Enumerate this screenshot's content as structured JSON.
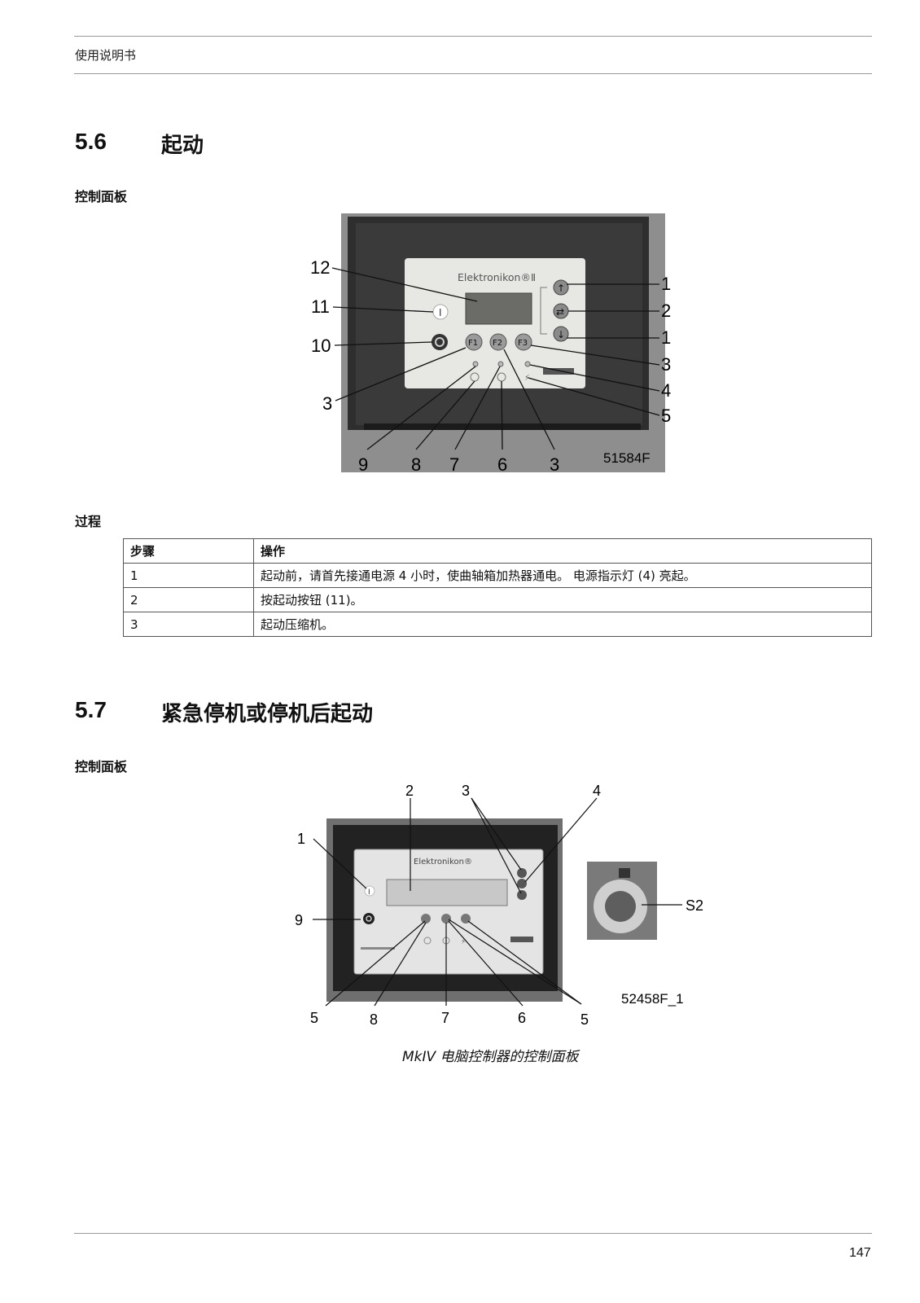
{
  "header": {
    "title": "使用说明书"
  },
  "section_5_6": {
    "number": "5.6",
    "title": "起动",
    "panel_heading": "控制面板",
    "figure": {
      "brand": "Elektronikon®Ⅱ",
      "code": "51584F",
      "buttons": {
        "f1": "F1",
        "f2": "F2",
        "f3": "F3",
        "start": "I"
      },
      "callouts": {
        "c12": "12",
        "c11": "11",
        "c10": "10",
        "c3a": "3",
        "c1a": "1",
        "c2": "2",
        "c1b": "1",
        "c3b": "3",
        "c4": "4",
        "c5": "5",
        "c9": "9",
        "c8": "8",
        "c7": "7",
        "c6": "6",
        "c3c": "3"
      }
    },
    "process_heading": "过程",
    "table": {
      "headers": [
        "步骤",
        "操作"
      ],
      "rows": [
        [
          "1",
          "起动前，请首先接通电源 4 小时，使曲轴箱加热器通电。 电源指示灯 (4) 亮起。"
        ],
        [
          "2",
          "按起动按钮 (11)。"
        ],
        [
          "3",
          "起动压缩机。"
        ]
      ]
    }
  },
  "section_5_7": {
    "number": "5.7",
    "title": "紧急停机或停机后起动",
    "panel_heading": "控制面板",
    "figure": {
      "brand": "Elektronikon®",
      "code": "52458F_1",
      "start": "I",
      "callouts": {
        "t2": "2",
        "t3": "3",
        "t4": "4",
        "l1": "1",
        "l9": "9",
        "s2": "S2",
        "b5a": "5",
        "b8": "8",
        "b7": "7",
        "b6": "6",
        "b5b": "5"
      },
      "caption": "MkIV 电脑控制器的控制面板"
    }
  },
  "footer": {
    "page_number": "147"
  }
}
